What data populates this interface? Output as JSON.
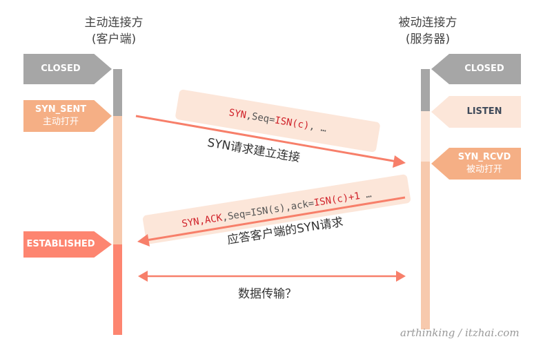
{
  "client": {
    "title": "主动连接方",
    "subtitle": "(客户端)",
    "states": [
      {
        "name": "CLOSED"
      },
      {
        "name": "SYN_SENT",
        "desc": "主动打开"
      },
      {
        "name": "ESTABLISHED"
      }
    ]
  },
  "server": {
    "title": "被动连接方",
    "subtitle": "(服务器)",
    "states": [
      {
        "name": "CLOSED"
      },
      {
        "name": "LISTEN"
      },
      {
        "name": "SYN_RCVD",
        "desc": "被动打开"
      }
    ]
  },
  "messages": [
    {
      "parts": [
        "SYN",
        ",Seq=",
        "ISN(c)",
        ", …"
      ],
      "label": "SYN请求建立连接"
    },
    {
      "parts": [
        "SYN,ACK",
        ",Seq=ISN(s),ack=",
        "ISN(c)+1",
        " …"
      ],
      "label": "应答客户端的SYN请求"
    }
  ],
  "data_transfer": "数据传输？",
  "watermark": "arthinking / itzhai.com",
  "colors": {
    "grey": "#a6a6a6",
    "peach": "#f5af85",
    "light": "#f7c9ad",
    "pale": "#fce6d9",
    "salmon": "#fd8570",
    "arrow": "#f77f6a"
  }
}
